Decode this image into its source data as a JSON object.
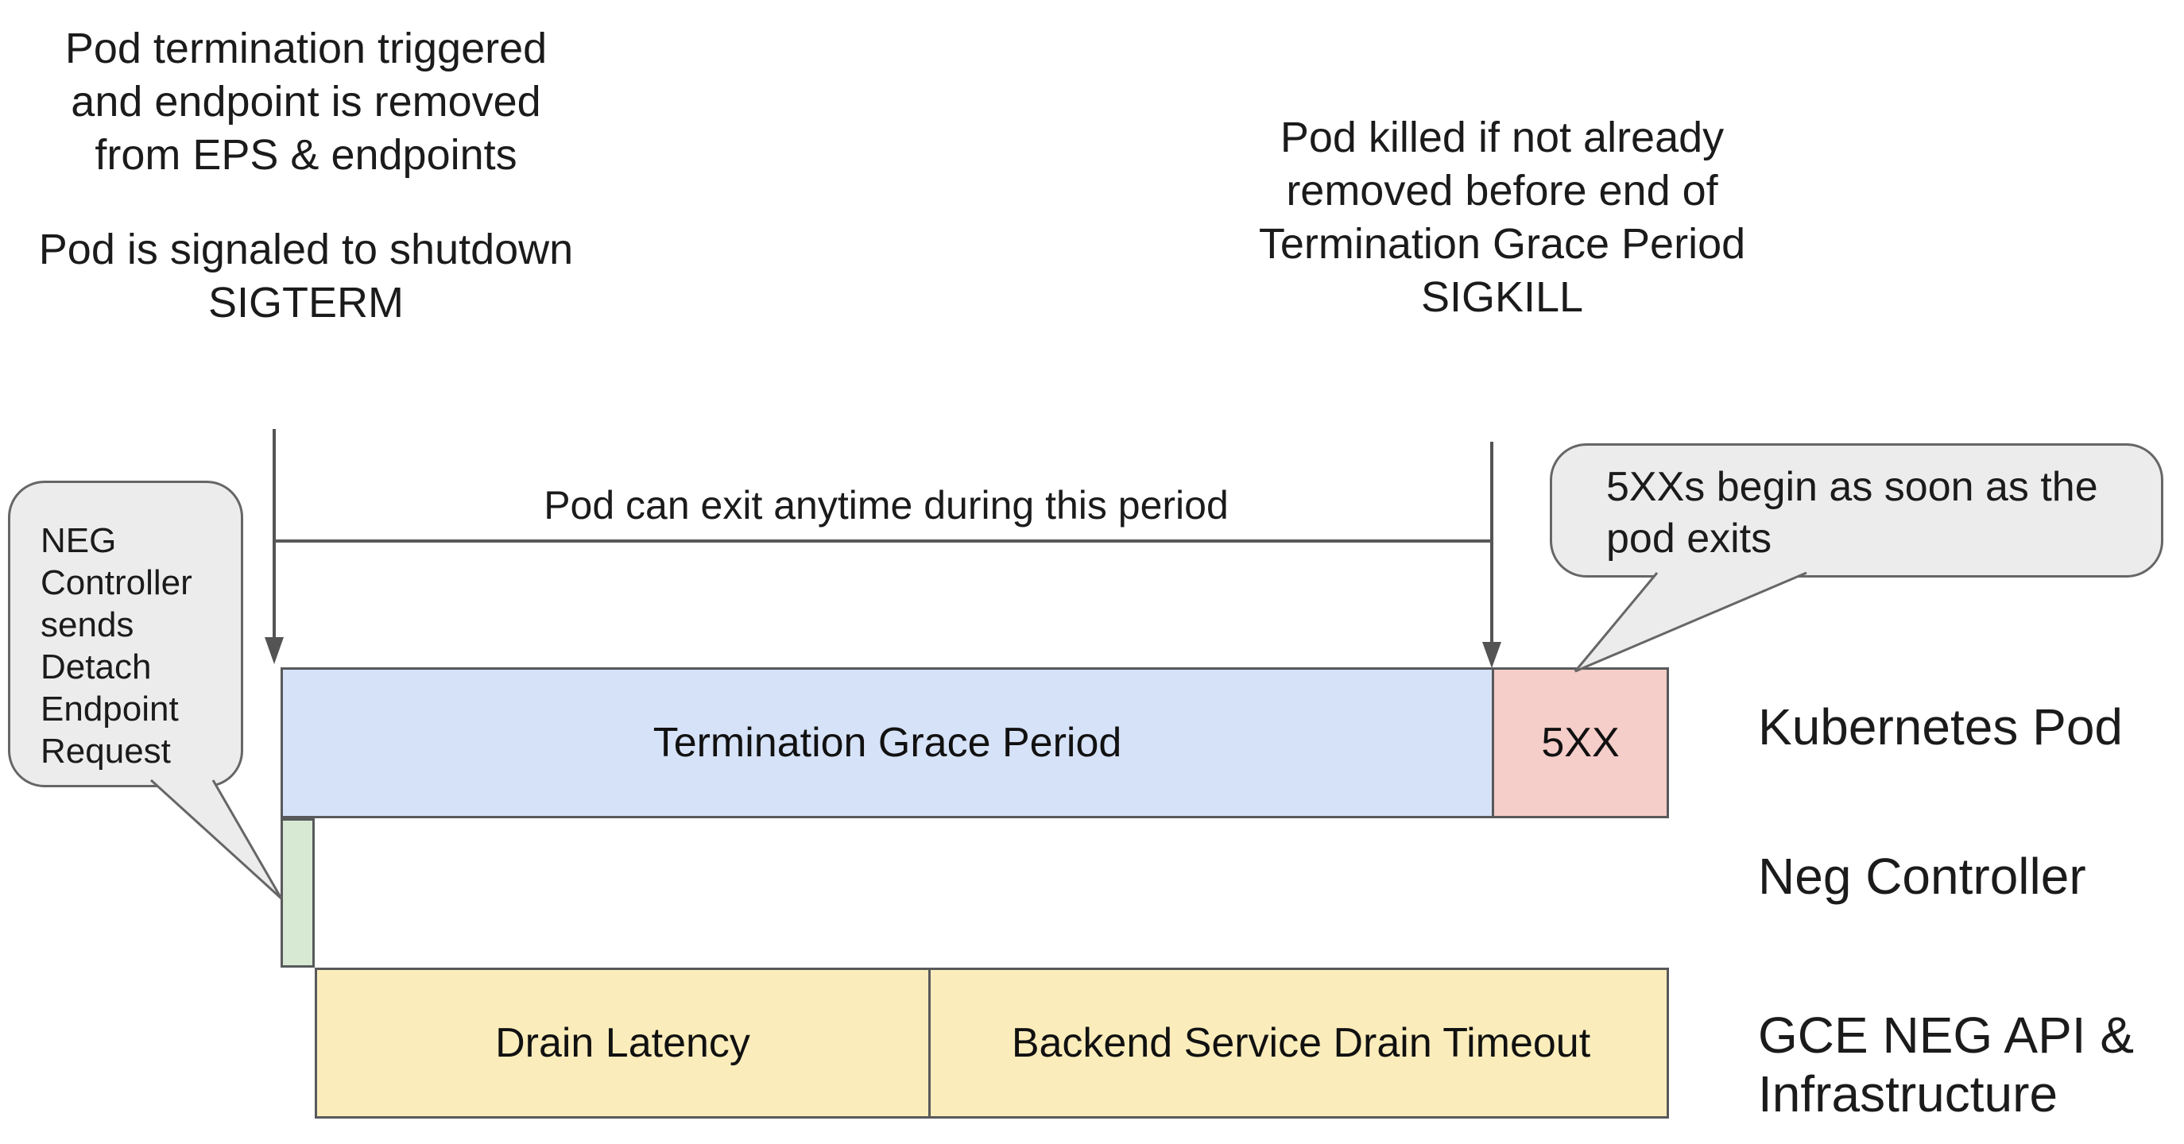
{
  "annotations": {
    "top_left": {
      "para1": [
        "Pod termination triggered",
        "and endpoint is removed",
        "from EPS & endpoints"
      ],
      "para2": [
        "Pod is signaled to shutdown",
        "SIGTERM"
      ]
    },
    "top_right": {
      "lines": [
        "Pod killed if not already",
        "removed before end of",
        "Termination Grace Period",
        "SIGKILL"
      ]
    },
    "period_label": "Pod can exit anytime during this period"
  },
  "bubbles": {
    "left": {
      "lines": [
        "NEG",
        "Controller",
        "sends",
        "Detach",
        "Endpoint",
        "Request"
      ]
    },
    "right": {
      "lines": [
        "5XXs begin as soon as the",
        "pod exits"
      ]
    }
  },
  "bars": {
    "termination_grace_period": {
      "label": "Termination Grace Period",
      "color": "#d6e2f7"
    },
    "five_xx": {
      "label": "5XX",
      "color": "#f5cdc9"
    },
    "neg_detach": {
      "color": "#d8e9d3"
    },
    "gce": {
      "drain_latency_label": "Drain Latency",
      "backend_label": "Backend Service Drain Timeout",
      "color": "#fbedbb"
    }
  },
  "rows": {
    "kubernetes_pod": "Kubernetes Pod",
    "neg_controller": "Neg Controller",
    "gce_line1": "GCE NEG API &",
    "gce_line2": "Infrastructure"
  },
  "colors": {
    "bar_border": "#58595b",
    "bubble_fill": "#ececec",
    "bubble_border": "#666666",
    "arrow": "#545454",
    "line": "#595959",
    "text": "#1b1b1b"
  }
}
